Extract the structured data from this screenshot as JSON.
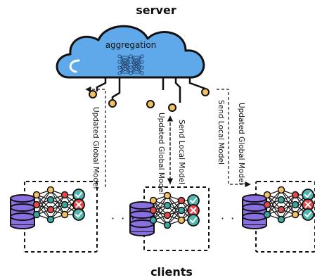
{
  "server_label": "server",
  "clients_label": "clients",
  "cloud": {
    "label": "aggregation",
    "fill": "#5fa9ea",
    "stroke": "#111111"
  },
  "arrow_labels": {
    "left_updated": "Updated Global Model",
    "center_send": "Send Local Model",
    "center_updated": "Updated Global Model",
    "right_send": "Send Local Model",
    "right_updated": "Updated Global Model"
  },
  "ellipsis": "· · ·",
  "colors": {
    "node_orange": "#f5c063",
    "database_purple": "#8a6fe0",
    "node_red": "#e04a4a",
    "node_teal": "#3fa7a1",
    "check_teal": "#54b6b0",
    "cross_red": "#e8464b"
  },
  "clients": [
    {
      "id": "left",
      "status": [
        "check",
        "cross",
        "check"
      ]
    },
    {
      "id": "center",
      "status": [
        "check",
        "cross",
        "check"
      ]
    },
    {
      "id": "right",
      "status": [
        "check",
        "cross",
        "check"
      ]
    }
  ]
}
